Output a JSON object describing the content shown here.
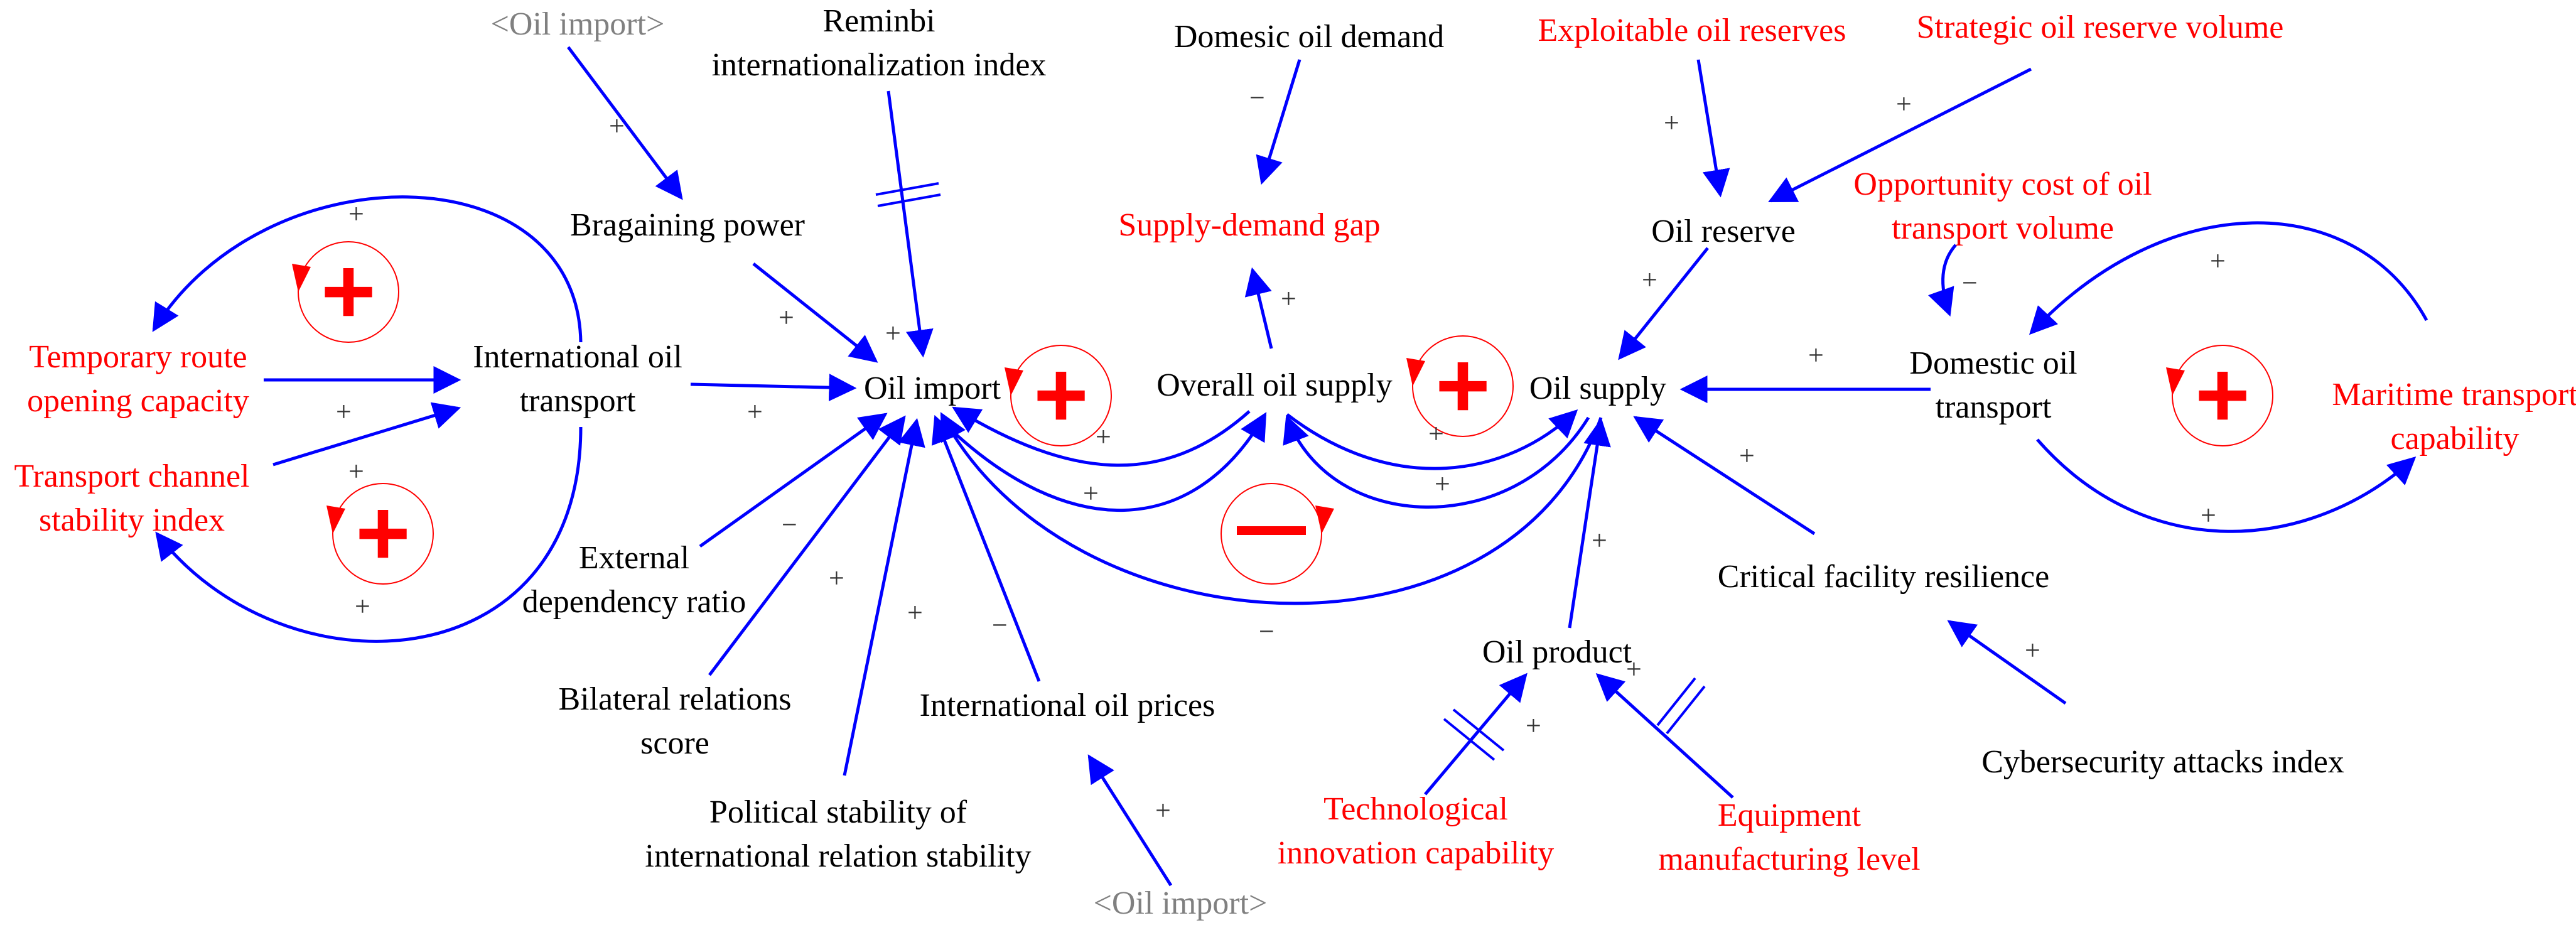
{
  "colors": {
    "arrow": "#0000ff",
    "label_black": "#000000",
    "label_red": "#ff0000",
    "label_gray": "#808080",
    "loop": "#ff0000"
  },
  "variables": {
    "oil_import_shadow_top": "<Oil import>",
    "oil_import_shadow_bottom": "<Oil import>",
    "reminbi_line1": "Reminbi",
    "reminbi_line2": "internationalization index",
    "domestic_oil_demand": "Domesic oil demand",
    "exploitable_reserves": "Exploitable oil reserves",
    "strategic_reserve": "Strategic oil reserve volume",
    "bargaining_power": "Bragaining power",
    "supply_demand_gap": "Supply-demand gap",
    "oil_reserve": "Oil reserve",
    "opportunity_cost_line1": "Opportunity cost of oil",
    "opportunity_cost_line2": "transport volume",
    "temp_route_line1": "Temporary route",
    "temp_route_line2": "opening capacity",
    "intl_transport_line1": "International oil",
    "intl_transport_line2": "transport",
    "oil_import": "Oil import",
    "overall_supply": "Overall oil supply",
    "oil_supply": "Oil supply",
    "domestic_transport_line1": "Domestic oil",
    "domestic_transport_line2": "transport",
    "maritime_line1": "Maritime transport",
    "maritime_line2": "capability",
    "channel_stability_line1": "Transport channel",
    "channel_stability_line2": "stability index",
    "external_dependency_line1": "External",
    "external_dependency_line2": "dependency ratio",
    "critical_facility": "Critical facility resilience",
    "bilateral_line1": "Bilateral relations",
    "bilateral_line2": "score",
    "oil_product": "Oil product",
    "intl_prices": "International oil prices",
    "cyber": "Cybersecurity attacks index",
    "political_line1": "Political stability of",
    "political_line2": "international relation stability",
    "tech_line1": "Technological",
    "tech_line2": "innovation capability",
    "equip_line1": "Equipment",
    "equip_line2": "manufacturing level"
  },
  "polarities": {
    "plus": "+",
    "minus": "−"
  }
}
